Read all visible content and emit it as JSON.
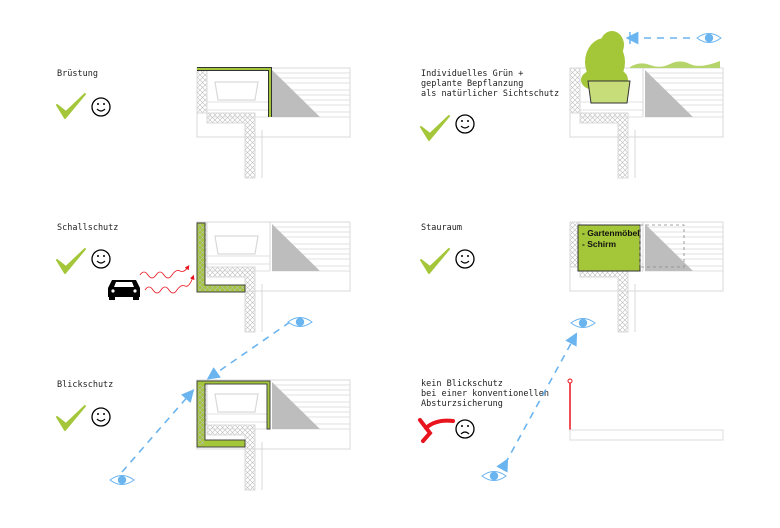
{
  "panels": [
    {
      "lines": [
        "Brüstung"
      ],
      "rating": "positive"
    },
    {
      "lines": [
        "Schallschutz"
      ],
      "rating": "positive"
    },
    {
      "lines": [
        "Blickschutz"
      ],
      "rating": "positive"
    },
    {
      "lines": [
        "Individuelles Grün +",
        "geplante Bepflanzung",
        "als natürlicher Sichtschutz"
      ],
      "rating": "positive"
    },
    {
      "lines": [
        "Stauraum"
      ],
      "rating": "positive"
    },
    {
      "lines": [
        "kein Blickschutz",
        "bei einer konventionellen",
        "Absturzsicherung"
      ],
      "rating": "negative"
    }
  ],
  "storage_box": {
    "items": [
      "- Gartenmöbel",
      "- Schirm"
    ]
  },
  "colors": {
    "green": "#a4c639",
    "blue": "#6ab4f0",
    "red": "#e8141e",
    "grey": "#bdbdbd",
    "line": "#d9d9d9"
  }
}
